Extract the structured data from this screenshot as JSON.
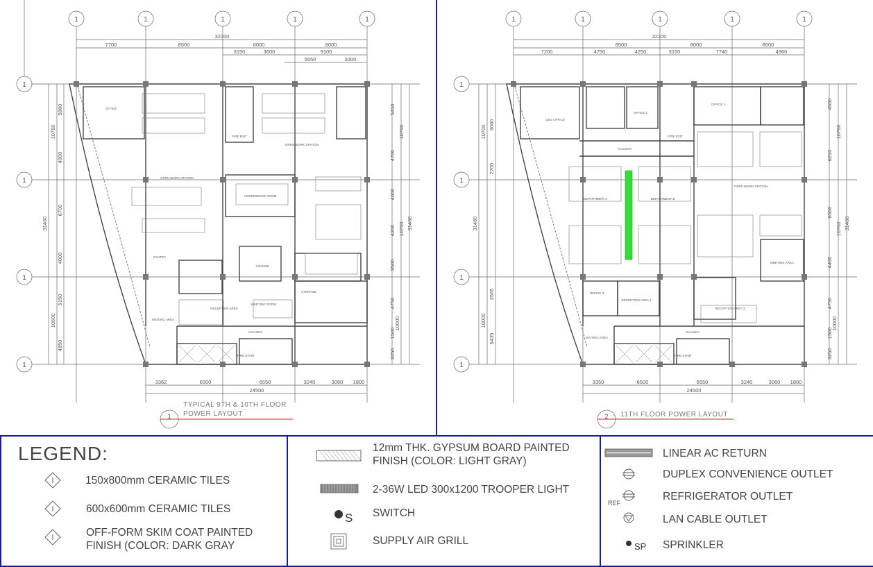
{
  "plans": [
    {
      "title_line1": "TYPICAL 9TH & 10TH FLOOR",
      "title_line2": "POWER LAYOUT",
      "number": "1",
      "top_total": "32200",
      "top_dims_row1": [
        "7700",
        "8500",
        "8000",
        "8000"
      ],
      "top_dims_row2": [
        "3150",
        "3600",
        "9100"
      ],
      "top_dims_row3": [
        "5650",
        "3300"
      ],
      "bottom_total": "24500",
      "bottom_dims": [
        "3362",
        "6500",
        "6550",
        "3240",
        "3060",
        "1800"
      ],
      "left_outer": "31460",
      "left_inner": [
        "10760",
        "10600"
      ],
      "left_dims": [
        "5860",
        "4900",
        "6700",
        "4000",
        "5150",
        "4850"
      ],
      "right_dims": [
        "5410",
        "4700",
        "4000",
        "4200",
        "3500",
        "4750",
        "10000",
        "1500",
        "3250"
      ],
      "right_outer": "31460",
      "right_inner": [
        "10760",
        "10700"
      ],
      "rooms": [
        "OFFICE",
        "FIRE EXIT",
        "OPEN WORK STATION",
        "OPEN WORK STATION",
        "CONFERENCE ROOM",
        "PANTRY",
        "LOUNGE",
        "STORAGE",
        "RECEPTION AREA",
        "WAITING AREA",
        "HALLWAY",
        "FIRE STAIR",
        "MEETING ROOM"
      ]
    },
    {
      "title_line1": "11TH FLOOR POWER LAYOUT",
      "title_line2": "",
      "number": "2",
      "top_total": "32200",
      "top_dims_row1": [
        "7200",
        "4750",
        "4250",
        "3150",
        "7740",
        "4960"
      ],
      "top_dims_row0": [
        "8500",
        "8000",
        "8000"
      ],
      "bottom_total": "24500",
      "bottom_dims": [
        "3350",
        "6500",
        "6550",
        "3240",
        "3060",
        "1800"
      ],
      "left_outer": "31460",
      "left_inner": [
        "10700",
        "10000"
      ],
      "left_dims": [
        "9060",
        "2700",
        "3565",
        "6435"
      ],
      "right_dims": [
        "4550",
        "6210",
        "6500",
        "4400",
        "4750",
        "10000",
        "1500",
        "3250"
      ],
      "right_outer": "31460",
      "right_inner": [
        "10760",
        "10700"
      ],
      "rooms": [
        "CEO OFFICE",
        "OFFICE 1",
        "OFFICE 2",
        "OFFICE 3",
        "HALLWAY",
        "FIRE EXIT",
        "DEPARTMENT A",
        "DEPARTMENT B",
        "OPEN WORK STATION",
        "MEETING AREA",
        "RECEPTION AREA 1",
        "RECEPTION AREA 2",
        "WAITING AREA",
        "HALLWAY",
        "FIRE STAIR"
      ]
    }
  ],
  "grid_numbers": [
    "1",
    "1",
    "1",
    "1",
    "1"
  ],
  "legend": {
    "title": "LEGEND:",
    "col1": [
      {
        "icon": "diamond-tag-icon",
        "label": "150x800mm CERAMIC TILES"
      },
      {
        "icon": "diamond-tag-icon",
        "label": "600x600mm CERAMIC TILES"
      },
      {
        "icon": "diamond-tag-icon",
        "label": "OFF-FORM SKIM COAT PAINTED",
        "label2": "FINISH (COLOR: DARK GRAY"
      }
    ],
    "col2": [
      {
        "icon": "hatched-rectangle-icon",
        "label": "12mm THK. GYPSUM BOARD PAINTED",
        "label2": "FINISH (COLOR: LIGHT GRAY)"
      },
      {
        "icon": "trooper-light-icon",
        "label": "2-36W LED 300x1200 TROOPER LIGHT"
      },
      {
        "icon": "switch-icon",
        "symbol": "S",
        "label": "SWITCH"
      },
      {
        "icon": "supply-air-grill-icon",
        "label": "SUPPLY AIR GRILL"
      }
    ],
    "col3": [
      {
        "icon": "linear-ac-return-icon",
        "label": "LINEAR AC RETURN"
      },
      {
        "icon": "duplex-outlet-icon",
        "label": "DUPLEX CONVENIENCE OUTLET"
      },
      {
        "icon": "refrigerator-outlet-icon",
        "prefix": "REF",
        "label": "REFRIGERATOR OUTLET"
      },
      {
        "icon": "lan-outlet-icon",
        "label": "LAN CABLE OUTLET"
      },
      {
        "icon": "sprinkler-icon",
        "symbol": "SP",
        "label": "SPRINKLER"
      }
    ]
  },
  "colors": {
    "border": "#1a1aa0",
    "linework": "#555555",
    "highlight": "#33dd33",
    "title_underline": "#dd2222"
  }
}
